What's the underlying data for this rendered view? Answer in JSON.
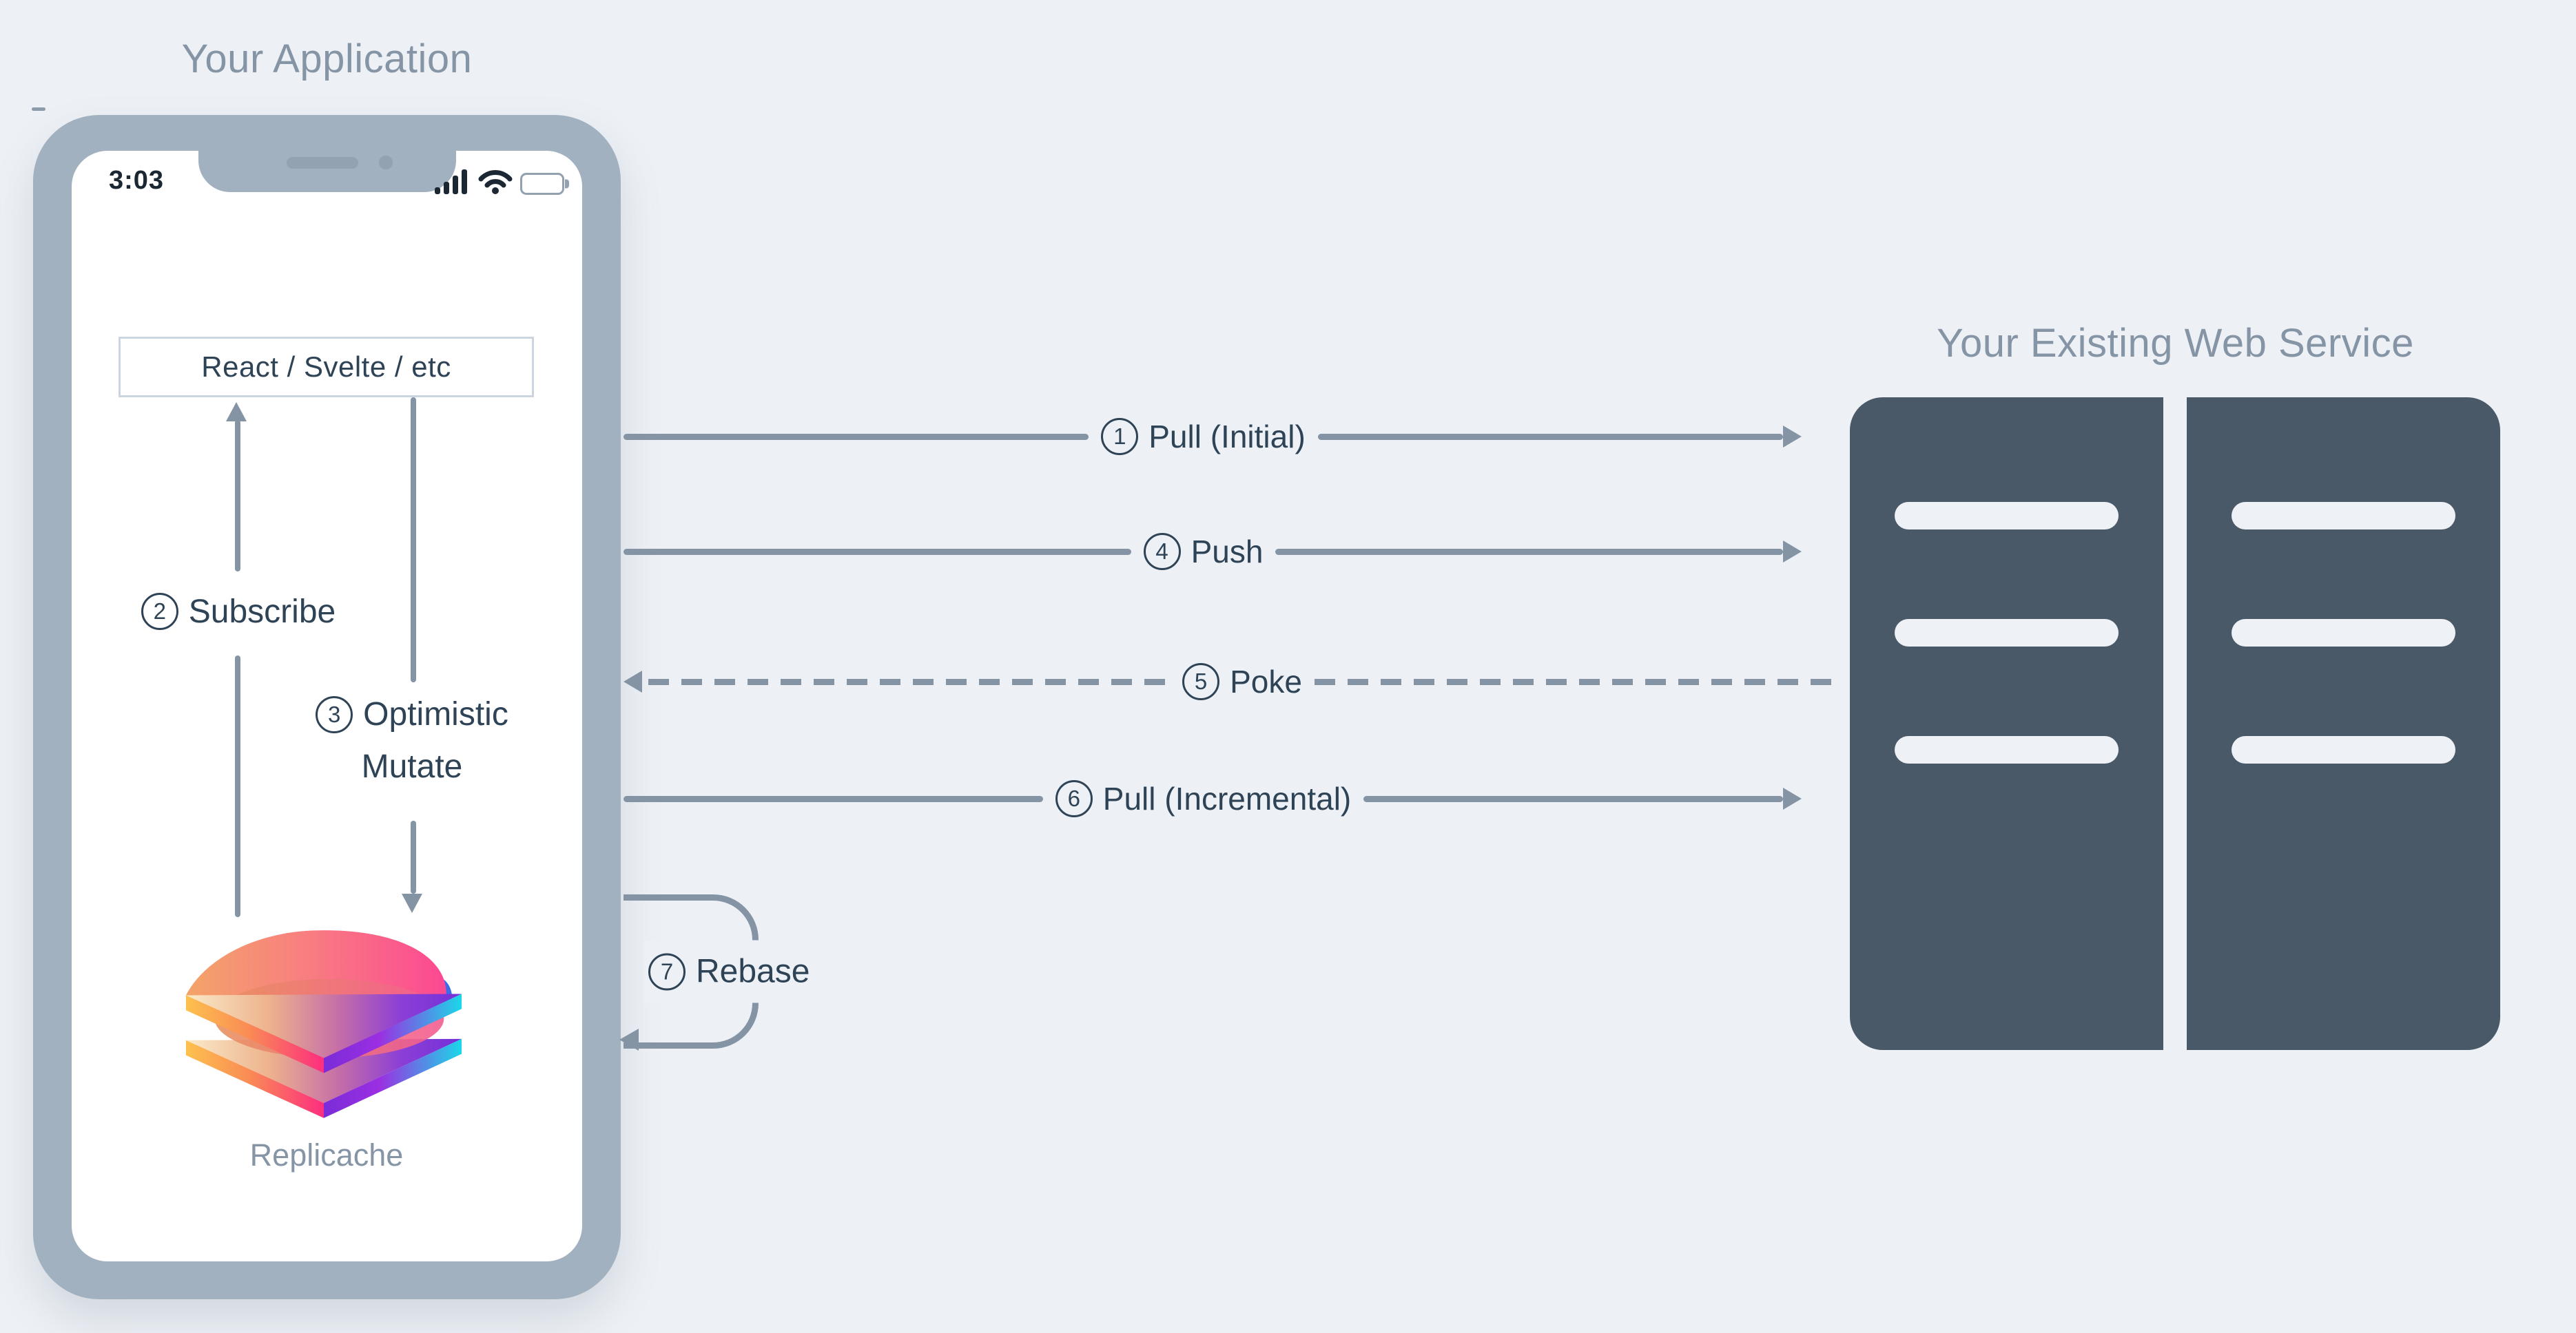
{
  "colors": {
    "background": "#edf1f6",
    "phone_frame": "#a2b1bf",
    "arrow_line": "#8494a5",
    "muted_text": "#8595a6",
    "dark_text": "#2e4356",
    "server_fill": "#4a5968",
    "status_ink": "#1b2733",
    "logo_gradient": [
      "#fbeac9",
      "#fdc14e",
      "#fd2e7f",
      "#fc4893",
      "#7a2cd8",
      "#1ad8e8",
      "#3a6be8"
    ]
  },
  "phone": {
    "title": "Your Application",
    "status_bar": {
      "time": "3:03",
      "icons": [
        "signal-icon",
        "wifi-icon",
        "battery-icon"
      ]
    },
    "ui_box_label": "React / Svelte / etc",
    "subscribe": {
      "num": "2",
      "label": "Subscribe"
    },
    "mutate": {
      "num": "3",
      "label_line1": "Optimistic",
      "label_line2": "Mutate"
    },
    "logo_label": "Replicache"
  },
  "flows": [
    {
      "num": "1",
      "label": "Pull (Initial)",
      "style": "solid",
      "direction": "right"
    },
    {
      "num": "4",
      "label": "Push",
      "style": "solid",
      "direction": "right"
    },
    {
      "num": "5",
      "label": "Poke",
      "style": "dashed",
      "direction": "left"
    },
    {
      "num": "6",
      "label": "Pull (Incremental)",
      "style": "solid",
      "direction": "right"
    },
    {
      "num": "7",
      "label": "Rebase",
      "style": "loop",
      "direction": "loop"
    }
  ],
  "server": {
    "title": "Your Existing Web Service",
    "racks": [
      {
        "slots": 3
      },
      {
        "slots": 3
      }
    ]
  }
}
